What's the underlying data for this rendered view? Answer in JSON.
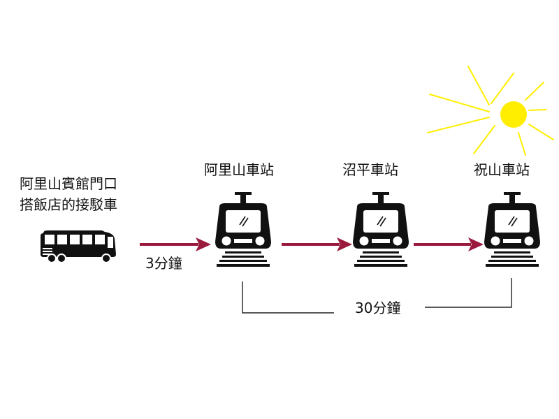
{
  "origin": {
    "line1": "阿里山賓館門口",
    "line2": "搭飯店的接駁車"
  },
  "stations": [
    {
      "name": "阿里山車站"
    },
    {
      "name": "沼平車站"
    },
    {
      "name": "祝山車站"
    }
  ],
  "times": {
    "shuttle": "3分鐘",
    "train": "30分鐘"
  },
  "icons": {
    "origin": "bus-icon",
    "station": "train-icon",
    "sky": "sun-icon"
  },
  "colors": {
    "arrow": "#9a1a3e",
    "icon": "#111111",
    "sun": "#ffee00",
    "bracket": "#222222"
  }
}
